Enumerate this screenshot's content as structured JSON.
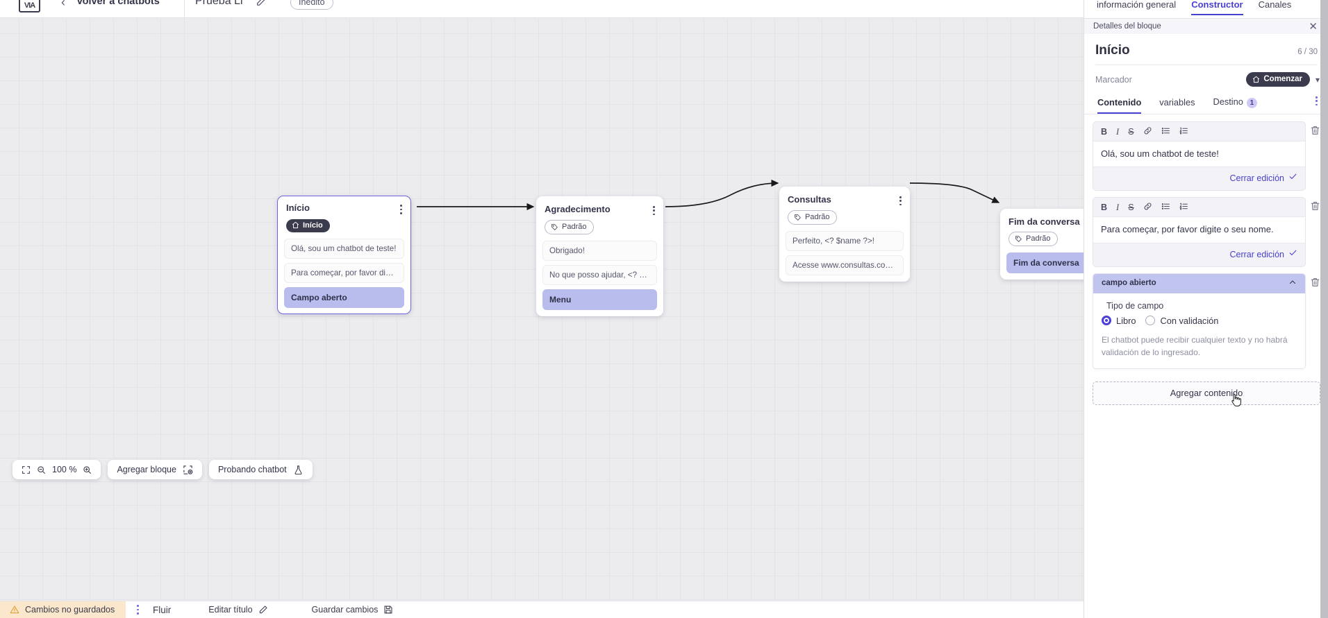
{
  "topbar": {
    "logo_glyph": "VIA",
    "back_label": "Volver a chatbots",
    "bot_title": "Prueba Li",
    "status_badge": "Inédito"
  },
  "canvas": {
    "nodes": [
      {
        "title": "Início",
        "tag": "Início",
        "tag_style": "dark",
        "tag_icon": "home-icon",
        "selected": true,
        "items": [
          {
            "text": "Olá, sou um chatbot de teste!",
            "accent": false
          },
          {
            "text": "Para começar, por favor digite o ...",
            "accent": false
          },
          {
            "text": "Campo aberto",
            "accent": true
          }
        ]
      },
      {
        "title": "Agradecimento",
        "tag": "Padrão",
        "tag_style": "light",
        "tag_icon": "tag-icon",
        "selected": false,
        "items": [
          {
            "text": "Obrigado!",
            "accent": false
          },
          {
            "text": "No que posso ajudar, <? $name ...",
            "accent": false
          },
          {
            "text": "Menu",
            "accent": true
          }
        ]
      },
      {
        "title": "Consultas",
        "tag": "Padrão",
        "tag_style": "light",
        "tag_icon": "tag-icon",
        "selected": false,
        "items": [
          {
            "text": "Perfeito, <? $name ?>!",
            "accent": false
          },
          {
            "text": "Acesse www.consultas.com par...",
            "accent": false
          }
        ]
      },
      {
        "title": "Fim da conversa",
        "tag": "Padrão",
        "tag_style": "light",
        "tag_icon": "tag-icon",
        "selected": false,
        "items": [
          {
            "text": "Fim da conversa",
            "accent": true
          }
        ]
      }
    ],
    "toolbar": {
      "fit_icon": "fit-screen-icon",
      "zoom_out_icon": "zoom-out-icon",
      "zoom_level": "100 %",
      "zoom_in_icon": "zoom-in-icon",
      "add_block_label": "Agregar bloque",
      "add_block_icon": "add-block-icon",
      "test_label": "Probando chatbot",
      "test_icon": "flask-icon"
    }
  },
  "statusbar": {
    "unsaved_label": "Cambios no guardados",
    "warning_icon": "warning-triangle-icon",
    "kebab_icon": "kebab-menu-icon",
    "flow_tab": "Fluir",
    "edit_title_label": "Editar título",
    "edit_title_icon": "pencil-icon",
    "save_label": "Guardar cambios",
    "save_icon": "save-disk-icon"
  },
  "panel": {
    "tabs": [
      {
        "label": "información general",
        "active": false
      },
      {
        "label": "Constructor",
        "active": true
      },
      {
        "label": "Canales",
        "active": false
      }
    ],
    "header_title": "Detalles del bloque",
    "close_icon": "close-icon",
    "block_title": "Início",
    "block_count": "6 / 30",
    "marker_label": "Marcador",
    "marker_button": "Comenzar",
    "marker_button_icon": "home-icon",
    "marker_chevron": "chevron-down-icon",
    "content_tabs": [
      {
        "label": "Contenido",
        "active": true,
        "badge": null
      },
      {
        "label": "variables",
        "active": false,
        "badge": null
      },
      {
        "label": "Destino",
        "active": false,
        "badge": "1"
      }
    ],
    "editor_toolbar": {
      "bold": "B",
      "italic": "I",
      "strike": "S",
      "link_icon": "link-icon",
      "bullet_list_icon": "bullet-list-icon",
      "numbered_list_icon": "numbered-list-icon"
    },
    "delete_icon": "trash-icon",
    "editors": [
      {
        "text": "Olá, sou um chatbot de teste!",
        "close_label": "Cerrar edición",
        "check_icon": "check-icon"
      },
      {
        "text": "Para começar, por favor digite o seu nome.",
        "close_label": "Cerrar edición",
        "check_icon": "check-icon"
      }
    ],
    "field_card": {
      "header": "campo abierto",
      "collapse_icon": "chevron-up-icon",
      "legend": "Tipo de campo",
      "options": [
        {
          "label": "Libro",
          "selected": true
        },
        {
          "label": "Con validación",
          "selected": false
        }
      ],
      "help": "El chatbot puede recibir cualquier texto y no habrá validación de lo ingresado."
    },
    "add_content_label": "Agregar contenido"
  },
  "colors": {
    "accent": "#4840cf",
    "node_accent": "#b9bdee",
    "warning_bg": "#fbe7cb",
    "panel_bg": "#f2f1f6"
  }
}
